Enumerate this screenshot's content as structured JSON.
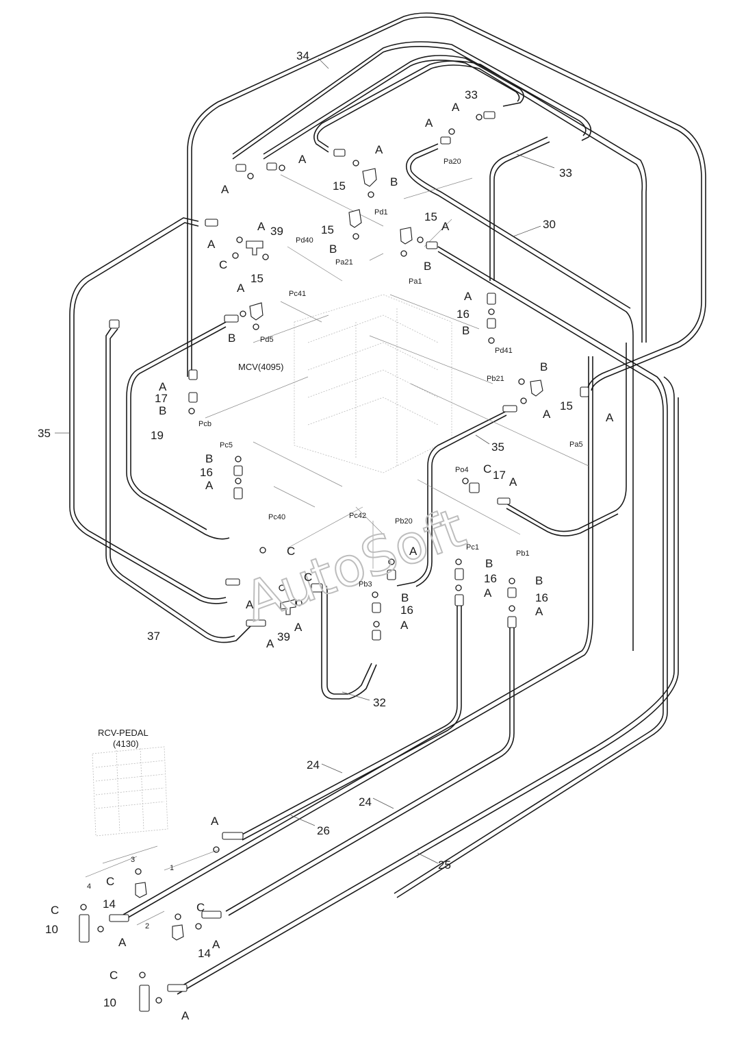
{
  "watermark": "AutoSoft",
  "components": {
    "mcv": "MCV(4095)",
    "rcv_pedal": "RCV-PEDAL",
    "rcv_pedal_code": "(4130)"
  },
  "callouts": [
    {
      "id": "c34",
      "text": "34"
    },
    {
      "id": "c33a",
      "text": "33"
    },
    {
      "id": "c33b",
      "text": "33"
    },
    {
      "id": "c30",
      "text": "30"
    },
    {
      "id": "c35a",
      "text": "35"
    },
    {
      "id": "c35b",
      "text": "35"
    },
    {
      "id": "c37",
      "text": "37"
    },
    {
      "id": "c32",
      "text": "32"
    },
    {
      "id": "c24a",
      "text": "24"
    },
    {
      "id": "c24b",
      "text": "24"
    },
    {
      "id": "c26",
      "text": "26"
    },
    {
      "id": "c25",
      "text": "25"
    },
    {
      "id": "c39a",
      "text": "39"
    },
    {
      "id": "c39b",
      "text": "39"
    },
    {
      "id": "c19",
      "text": "19"
    },
    {
      "id": "c15a",
      "text": "15"
    },
    {
      "id": "c15b",
      "text": "15"
    },
    {
      "id": "c15c",
      "text": "15"
    },
    {
      "id": "c15d",
      "text": "15"
    },
    {
      "id": "c15e",
      "text": "15"
    },
    {
      "id": "c16a",
      "text": "16"
    },
    {
      "id": "c16b",
      "text": "16"
    },
    {
      "id": "c16c",
      "text": "16"
    },
    {
      "id": "c16d",
      "text": "16"
    },
    {
      "id": "c16e",
      "text": "16"
    },
    {
      "id": "c17a",
      "text": "17"
    },
    {
      "id": "c17b",
      "text": "17"
    },
    {
      "id": "c14a",
      "text": "14"
    },
    {
      "id": "c14b",
      "text": "14"
    },
    {
      "id": "c10a",
      "text": "10"
    },
    {
      "id": "c10b",
      "text": "10"
    }
  ],
  "letters": {
    "A": "A",
    "B": "B",
    "C": "C"
  },
  "ports": {
    "Pa20": "Pa20",
    "Pd1": "Pd1",
    "Pd40": "Pd40",
    "Pa21": "Pa21",
    "Pa1": "Pa1",
    "Pc41": "Pc41",
    "Pd5": "Pd5",
    "Pd41": "Pd41",
    "Pb21": "Pb21",
    "Pcb": "Pcb",
    "Pa5": "Pa5",
    "Pc5": "Pc5",
    "Po4": "Po4",
    "Pc40": "Pc40",
    "Pc42": "Pc42",
    "Pb20": "Pb20",
    "Pc1": "Pc1",
    "Pb1": "Pb1",
    "Pb3": "Pb3"
  },
  "pedal_ports": [
    "1",
    "2",
    "3",
    "4"
  ]
}
